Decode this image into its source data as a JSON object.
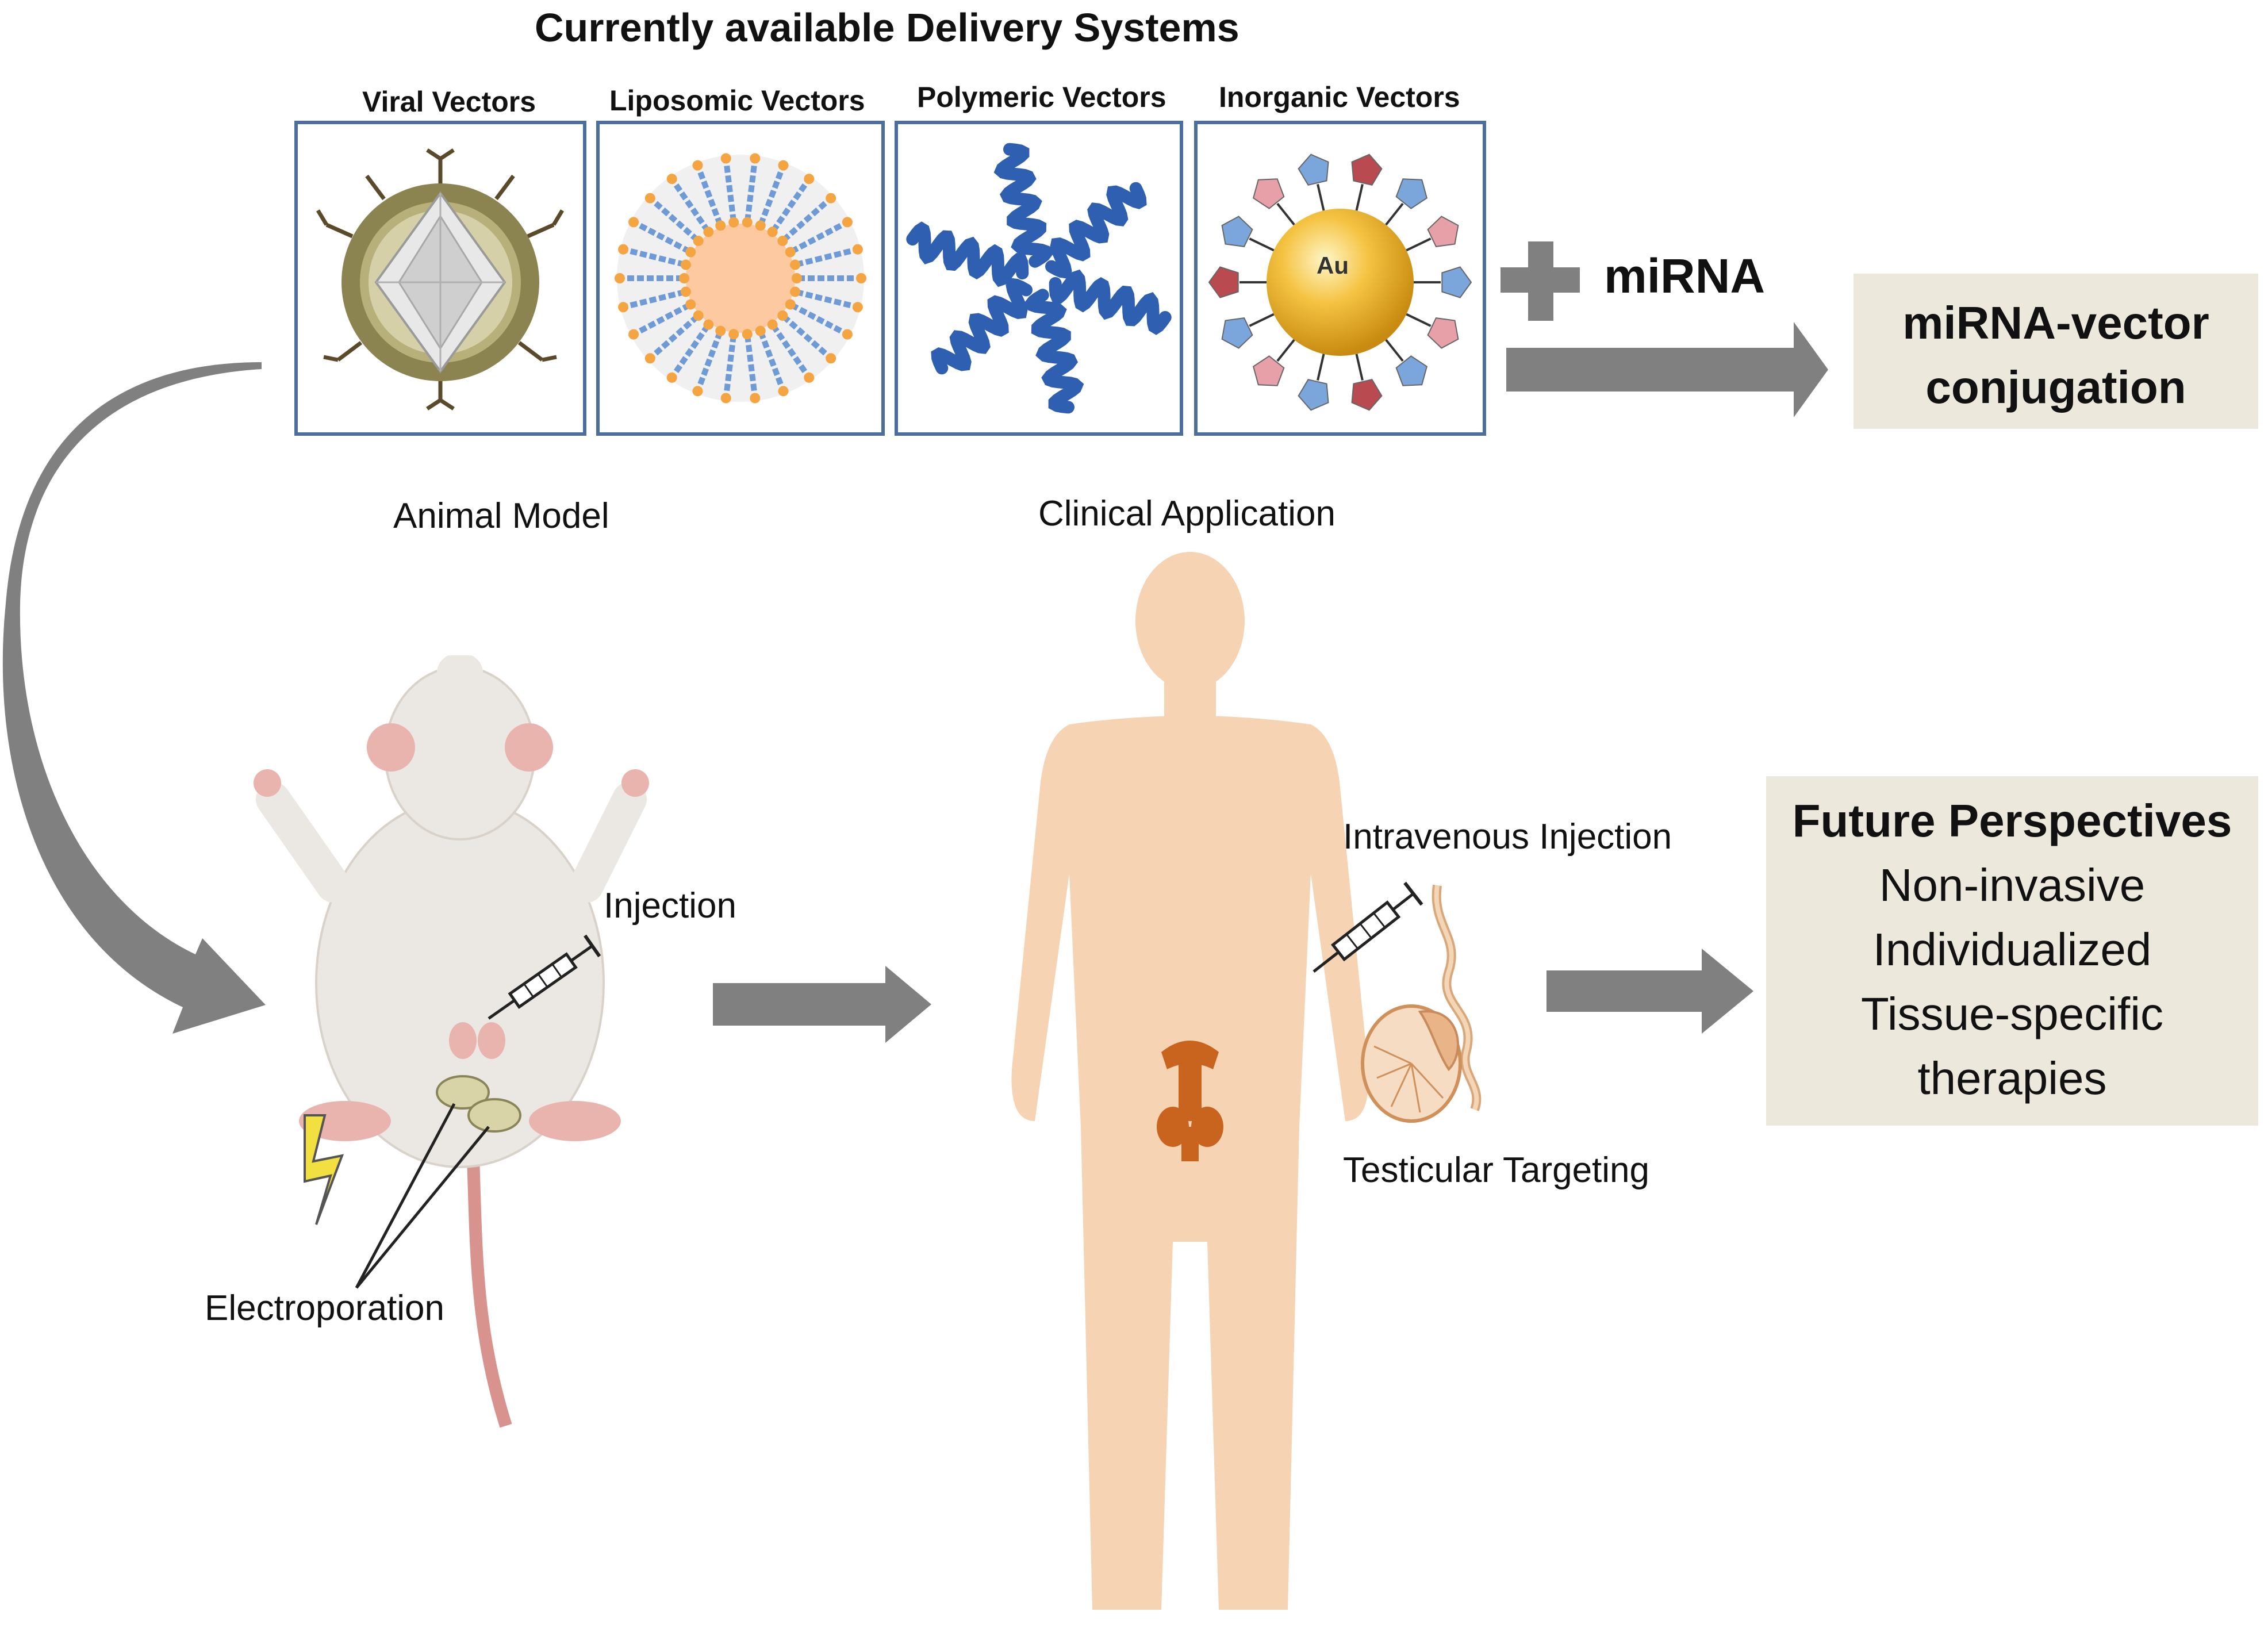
{
  "title": "Currently available Delivery Systems",
  "vectors": [
    {
      "label": "Viral Vectors"
    },
    {
      "label": "Liposomic Vectors"
    },
    {
      "label": "Polymeric Vectors"
    },
    {
      "label": "Inorganic Vectors",
      "core_label": "Au"
    }
  ],
  "plus_label": "miRNA",
  "conjugation": {
    "line1": "miRNA-vector",
    "line2": "conjugation"
  },
  "animal_model": {
    "label": "Animal Model",
    "injection": "Injection",
    "electroporation": "Electroporation"
  },
  "clinical": {
    "label": "Clinical Application",
    "intravenous": "Intravenous Injection",
    "testicular": "Testicular Targeting"
  },
  "future": {
    "heading": "Future Perspectives",
    "lines": [
      "Non-invasive",
      "Individualized",
      "Tissue-specific",
      "therapies"
    ]
  },
  "colors": {
    "arrow": "#808080",
    "box_border": "#4a6e9e",
    "panel_bg": "#ece8dc",
    "skin": "#f5d3b3",
    "organ": "#c8641e"
  }
}
